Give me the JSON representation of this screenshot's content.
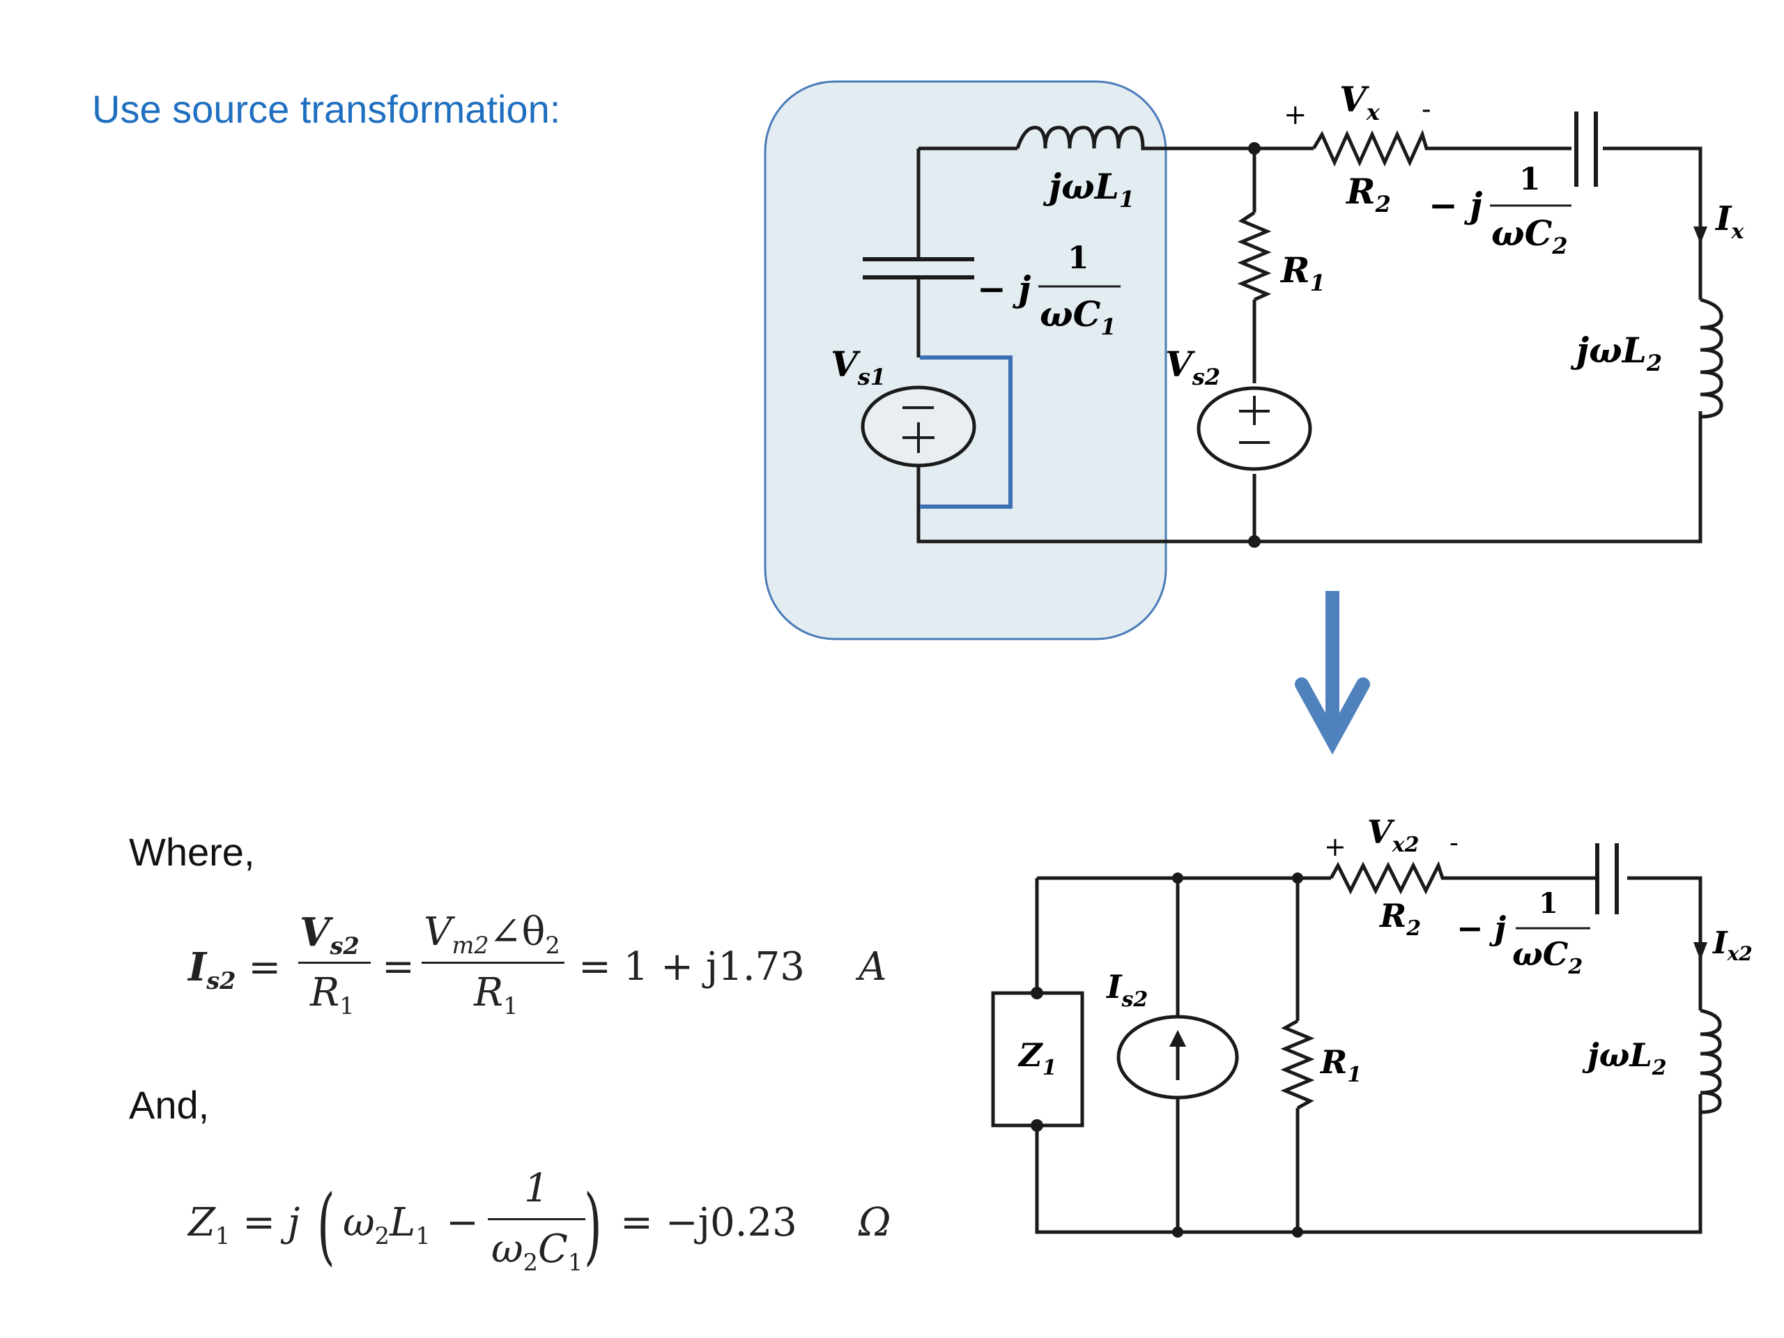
{
  "heading": "Use source transformation:",
  "where_label": "Where,",
  "and_label": "And,",
  "eq1": {
    "lhs_base": "I",
    "lhs_sub": "s2",
    "num1_base": "V",
    "num1_sub": "s2",
    "den1_base": "R",
    "den1_sub": "1",
    "num2_base": "V",
    "num2_sub": "m2",
    "num2_angle": "∠θ",
    "num2_angle_sub": "2",
    "den2_base": "R",
    "den2_sub": "1",
    "result": "= 1 + j1.73",
    "unit": "A"
  },
  "eq2": {
    "lhs_base": "Z",
    "lhs_sub": "1",
    "prefix": "= j",
    "term_base": "ω",
    "term_sub": "2",
    "term2_base": "L",
    "term2_sub": "1",
    "minus": "−",
    "frac_num": "1",
    "frac_den_a": "ω",
    "frac_den_a_sub": "2",
    "frac_den_b": "C",
    "frac_den_b_sub": "1",
    "result": "= −j0.23",
    "unit": "Ω"
  },
  "circuit_top": {
    "vx_plus": "+",
    "vx_base": "V",
    "vx_sub": "x",
    "vx_minus": "-",
    "jwl1_a": "jωL",
    "jwl1_sub": "1",
    "r2_base": "R",
    "r2_sub": "2",
    "cap2_prefix": "− j",
    "cap2_num": "1",
    "cap2_den": "ωC",
    "cap2_den_sub": "2",
    "ix_base": "I",
    "ix_sub": "x",
    "cap1_prefix": "− j",
    "cap1_num": "1",
    "cap1_den": "ωC",
    "cap1_den_sub": "1",
    "r1_base": "R",
    "r1_sub": "1",
    "vs1_base": "V",
    "vs1_sub": "s1",
    "vs2_base": "V",
    "vs2_sub": "s2",
    "jwl2_a": "jωL",
    "jwl2_sub": "2"
  },
  "circuit_bottom": {
    "vx2_plus": "+",
    "vx2_base": "V",
    "vx2_sub": "x2",
    "vx2_minus": "-",
    "r2_base": "R",
    "r2_sub": "2",
    "cap2_prefix": "− j",
    "cap2_num": "1",
    "cap2_den": "ωC",
    "cap2_den_sub": "2",
    "ix2_base": "I",
    "ix2_sub": "x2",
    "is2_base": "I",
    "is2_sub": "s2",
    "z1_base": "Z",
    "z1_sub": "1",
    "r1_base": "R",
    "r1_sub": "1",
    "jwl2_a": "jωL",
    "jwl2_sub": "2"
  },
  "colors": {
    "heading": "#1f6fc0",
    "highlight_fill": "#e3ecf1",
    "highlight_stroke": "#4a7bb8",
    "arrow": "#4f81bd",
    "bracket": "#3e6fb5",
    "wire": "#1a1a1a"
  }
}
